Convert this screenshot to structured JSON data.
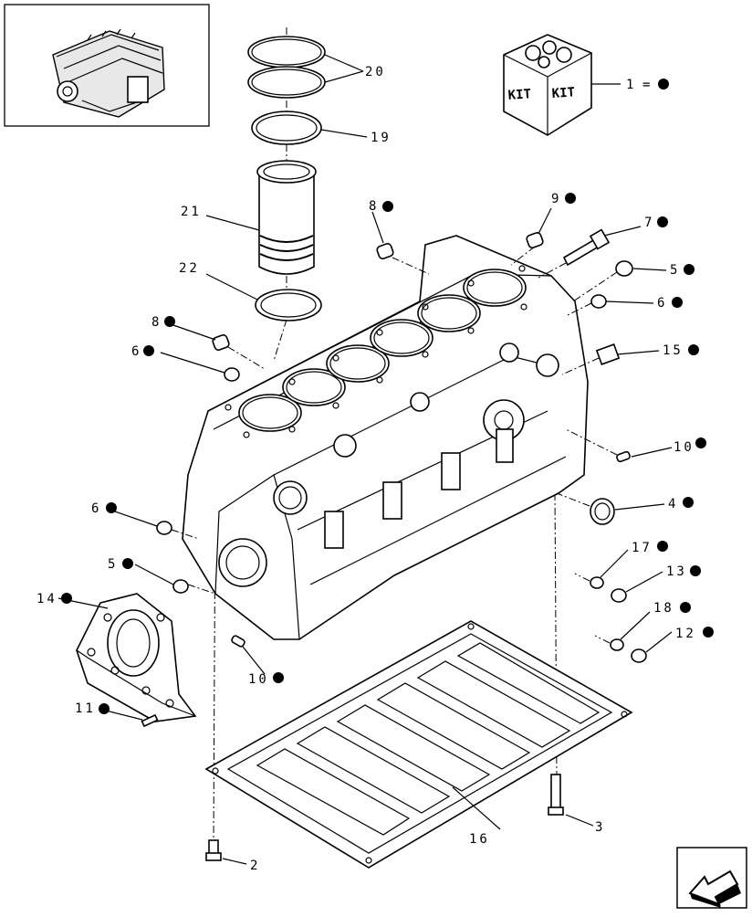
{
  "diagram": {
    "kit_box": {
      "label_left": "KIT",
      "label_right": "KIT"
    },
    "callouts": [
      {
        "id": "c1",
        "number": "1",
        "suffix": "=",
        "dot": true
      },
      {
        "id": "c20",
        "number": "20",
        "dot": false
      },
      {
        "id": "c19",
        "number": "19",
        "dot": false
      },
      {
        "id": "c21",
        "number": "21",
        "dot": false
      },
      {
        "id": "c22",
        "number": "22",
        "dot": false
      },
      {
        "id": "c8a",
        "number": "8",
        "dot": true
      },
      {
        "id": "c9",
        "number": "9",
        "dot": true
      },
      {
        "id": "c7",
        "number": "7",
        "dot": true
      },
      {
        "id": "c5a",
        "number": "5",
        "dot": true
      },
      {
        "id": "c6a",
        "number": "6",
        "dot": true
      },
      {
        "id": "c15",
        "number": "15",
        "dot": true
      },
      {
        "id": "c8b",
        "number": "8",
        "dot": true
      },
      {
        "id": "c6b",
        "number": "6",
        "dot": true
      },
      {
        "id": "c10a",
        "number": "10",
        "dot": true
      },
      {
        "id": "c4",
        "number": "4",
        "dot": true
      },
      {
        "id": "c6c",
        "number": "6",
        "dot": true
      },
      {
        "id": "c5b",
        "number": "5",
        "dot": true
      },
      {
        "id": "c17",
        "number": "17",
        "dot": true
      },
      {
        "id": "c13",
        "number": "13",
        "dot": true
      },
      {
        "id": "c14",
        "number": "14",
        "dot": true
      },
      {
        "id": "c18",
        "number": "18",
        "dot": true
      },
      {
        "id": "c12",
        "number": "12",
        "dot": true
      },
      {
        "id": "c10b",
        "number": "10",
        "dot": true
      },
      {
        "id": "c11",
        "number": "11",
        "dot": true
      },
      {
        "id": "c16",
        "number": "16",
        "dot": false
      },
      {
        "id": "c3",
        "number": "3",
        "dot": false
      },
      {
        "id": "c2",
        "number": "2",
        "dot": false
      }
    ]
  }
}
